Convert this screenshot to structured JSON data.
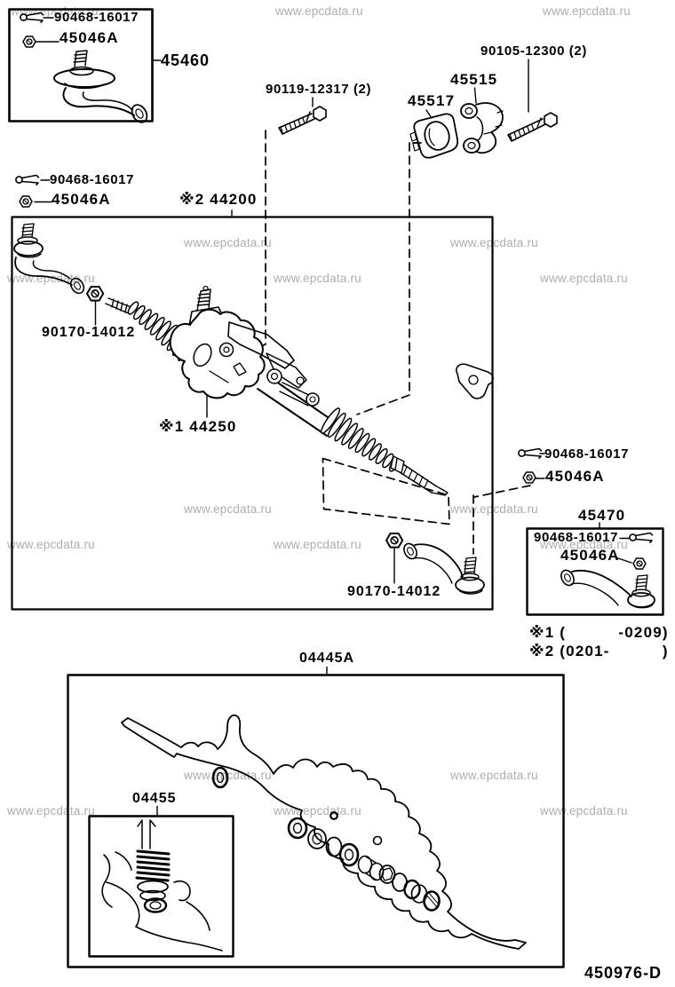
{
  "watermark": {
    "text": "www.epcdata.ru"
  },
  "colors": {
    "line": "#000000",
    "watermark": "#adadad",
    "background": "#ffffff"
  },
  "icons": [
    "cotter-pin-icon",
    "nut-icon"
  ],
  "diagram_code": "450976-D",
  "labels": [
    {
      "id": "cotter-topbox",
      "text": "90468-16017"
    },
    {
      "id": "nut-topbox",
      "text": "45046A"
    },
    {
      "id": "part-45460",
      "text": "45460"
    },
    {
      "id": "bolt-90119",
      "text": "90119-12317 (2)"
    },
    {
      "id": "bolt-90105",
      "text": "90105-12300 (2)"
    },
    {
      "id": "part-45515",
      "text": "45515"
    },
    {
      "id": "part-45517",
      "text": "45517"
    },
    {
      "id": "cotter-left",
      "text": "90468-16017"
    },
    {
      "id": "nut-left",
      "text": "45046A"
    },
    {
      "id": "part-44200",
      "text": "※2 44200"
    },
    {
      "id": "nut-90170-left",
      "text": "90170-14012"
    },
    {
      "id": "part-44250",
      "text": "※1 44250"
    },
    {
      "id": "cotter-right",
      "text": "90468-16017"
    },
    {
      "id": "nut-right",
      "text": "45046A"
    },
    {
      "id": "part-45470",
      "text": "45470"
    },
    {
      "id": "cotter-box45470",
      "text": "90468-16017"
    },
    {
      "id": "nut-box45470",
      "text": "45046A"
    },
    {
      "id": "nut-90170-right",
      "text": "90170-14012"
    },
    {
      "id": "footnote-1",
      "text": "※1 (          -0209)"
    },
    {
      "id": "footnote-2",
      "text": "※2 (0201-          )"
    },
    {
      "id": "part-04445a",
      "text": "04445A"
    },
    {
      "id": "part-04455",
      "text": "04455"
    },
    {
      "id": "diagram-code",
      "text": "450976-D"
    }
  ]
}
